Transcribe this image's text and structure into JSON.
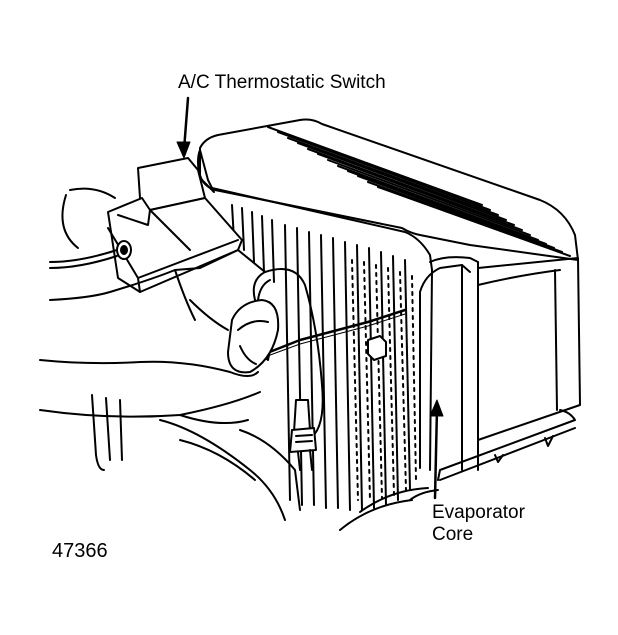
{
  "labels": {
    "switch": "A/C Thermostatic Switch",
    "evaporator_line1": "Evaporator",
    "evaporator_line2": "Core",
    "figure_number": "47366"
  },
  "colors": {
    "ink": "#000000",
    "paper": "#ffffff"
  }
}
